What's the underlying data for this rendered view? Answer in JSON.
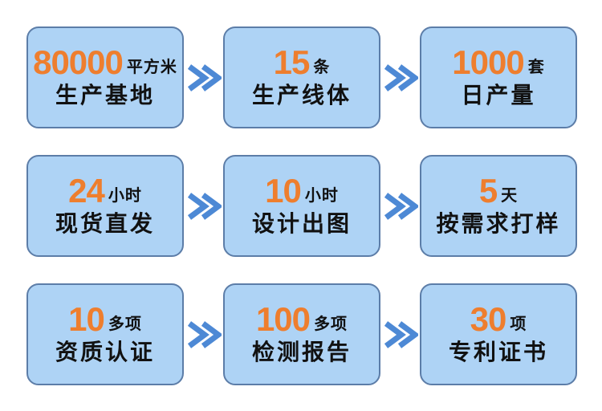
{
  "colors": {
    "card_bg": "#aed3f5",
    "card_border": "#5c7da8",
    "number": "#ee7e2e",
    "text": "#111111",
    "arrow": "#4d89d5"
  },
  "rows": [
    {
      "cards": [
        {
          "number": "80000",
          "unit": "平方米",
          "label": "生产基地"
        },
        {
          "number": "15",
          "unit": "条",
          "label": "生产线体"
        },
        {
          "number": "1000",
          "unit": "套",
          "label": "日产量"
        }
      ]
    },
    {
      "cards": [
        {
          "number": "24",
          "unit": "小时",
          "label": "现货直发"
        },
        {
          "number": "10",
          "unit": "小时",
          "label": "设计出图"
        },
        {
          "number": "5",
          "unit": "天",
          "label": "按需求打样"
        }
      ]
    },
    {
      "cards": [
        {
          "number": "10",
          "unit": "多项",
          "label": "资质认证"
        },
        {
          "number": "100",
          "unit": "多项",
          "label": "检测报告"
        },
        {
          "number": "30",
          "unit": "项",
          "label": "专利证书"
        }
      ]
    }
  ]
}
